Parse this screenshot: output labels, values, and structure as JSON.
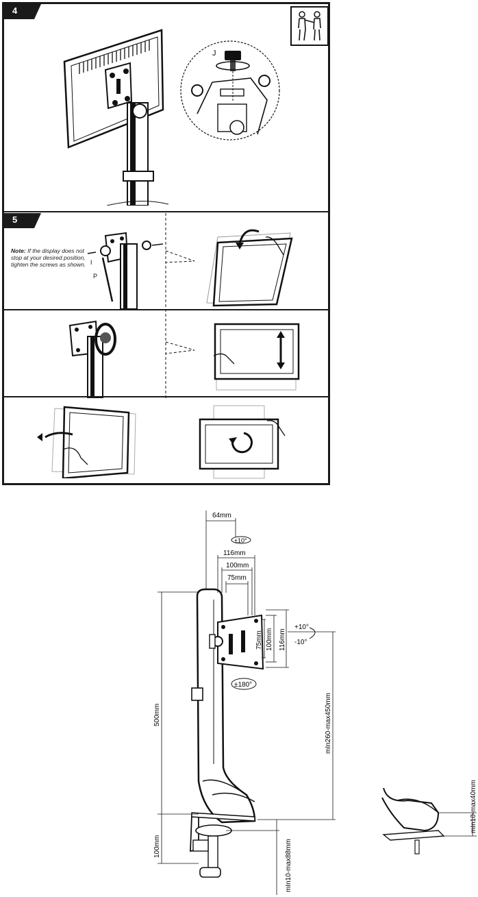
{
  "steps": [
    {
      "number": "4"
    },
    {
      "number": "5"
    }
  ],
  "note": {
    "prefix": "Note:",
    "text": "If the display does not stop at your desired position, tighten the screws as shown."
  },
  "callouts": {
    "j": "J",
    "i": "I",
    "p": "P"
  },
  "dimensions": {
    "offset_64": "64mm",
    "swivel": "±10°",
    "w116": "116mm",
    "w100": "100mm",
    "w75": "75mm",
    "h75": "75mm",
    "h100": "100mm",
    "h116": "116mm",
    "tilt_up": "+10°",
    "tilt_down": "-10°",
    "rotate": "±180°",
    "pole_height": "500mm",
    "height_range": "mIn260-max450mm",
    "clamp_height": "100mm",
    "desk_thickness": "mIn10-max88mm",
    "grommet_thickness": "mIn10-max40mm"
  }
}
